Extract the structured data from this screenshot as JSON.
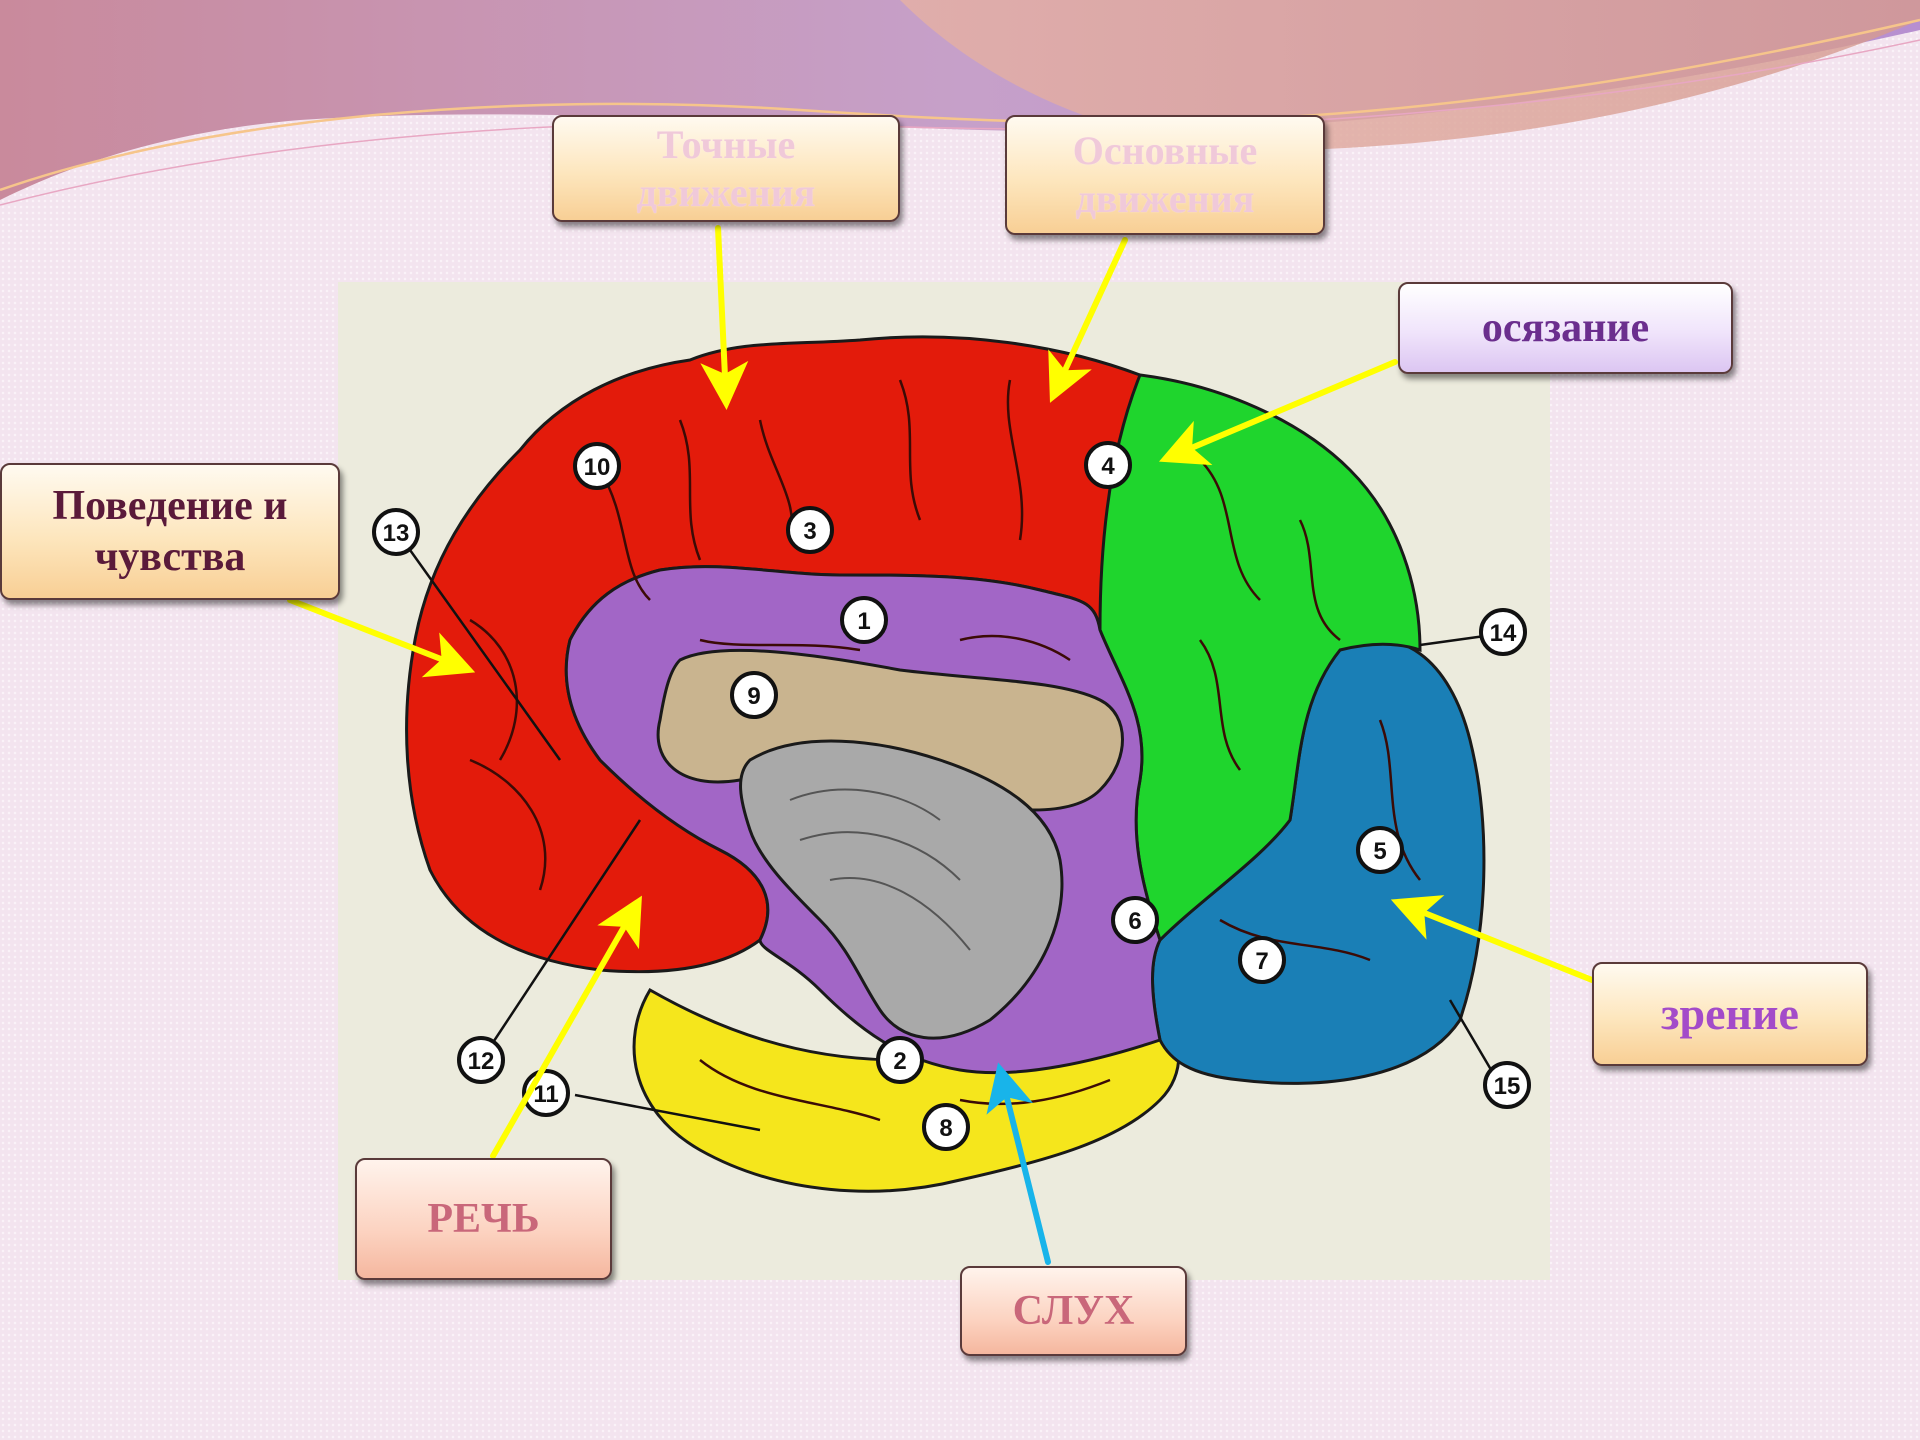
{
  "labels": {
    "precise_movements": "Точные движения",
    "basic_movements": "Основные движения",
    "touch": "осязание",
    "behavior": "Поведение и чувства",
    "vision": "зрение",
    "speech": "РЕЧЬ",
    "hearing": "СЛУХ"
  },
  "markers": [
    "1",
    "2",
    "3",
    "4",
    "5",
    "6",
    "7",
    "8",
    "9",
    "10",
    "11",
    "12",
    "13",
    "14",
    "15"
  ],
  "colors": {
    "frontal_red": "#e31b0b",
    "limbic_purple": "#a266c6",
    "parietal_green": "#1fd52d",
    "occipital_blue": "#1a7fb6",
    "temporal_yellow": "#f5e61c",
    "corpus_callosum_tan": "#c9b48f",
    "thalamus_gray": "#a9a9a9",
    "arrow_yellow": "#ffff00",
    "arrow_cyan": "#18b4ea"
  }
}
